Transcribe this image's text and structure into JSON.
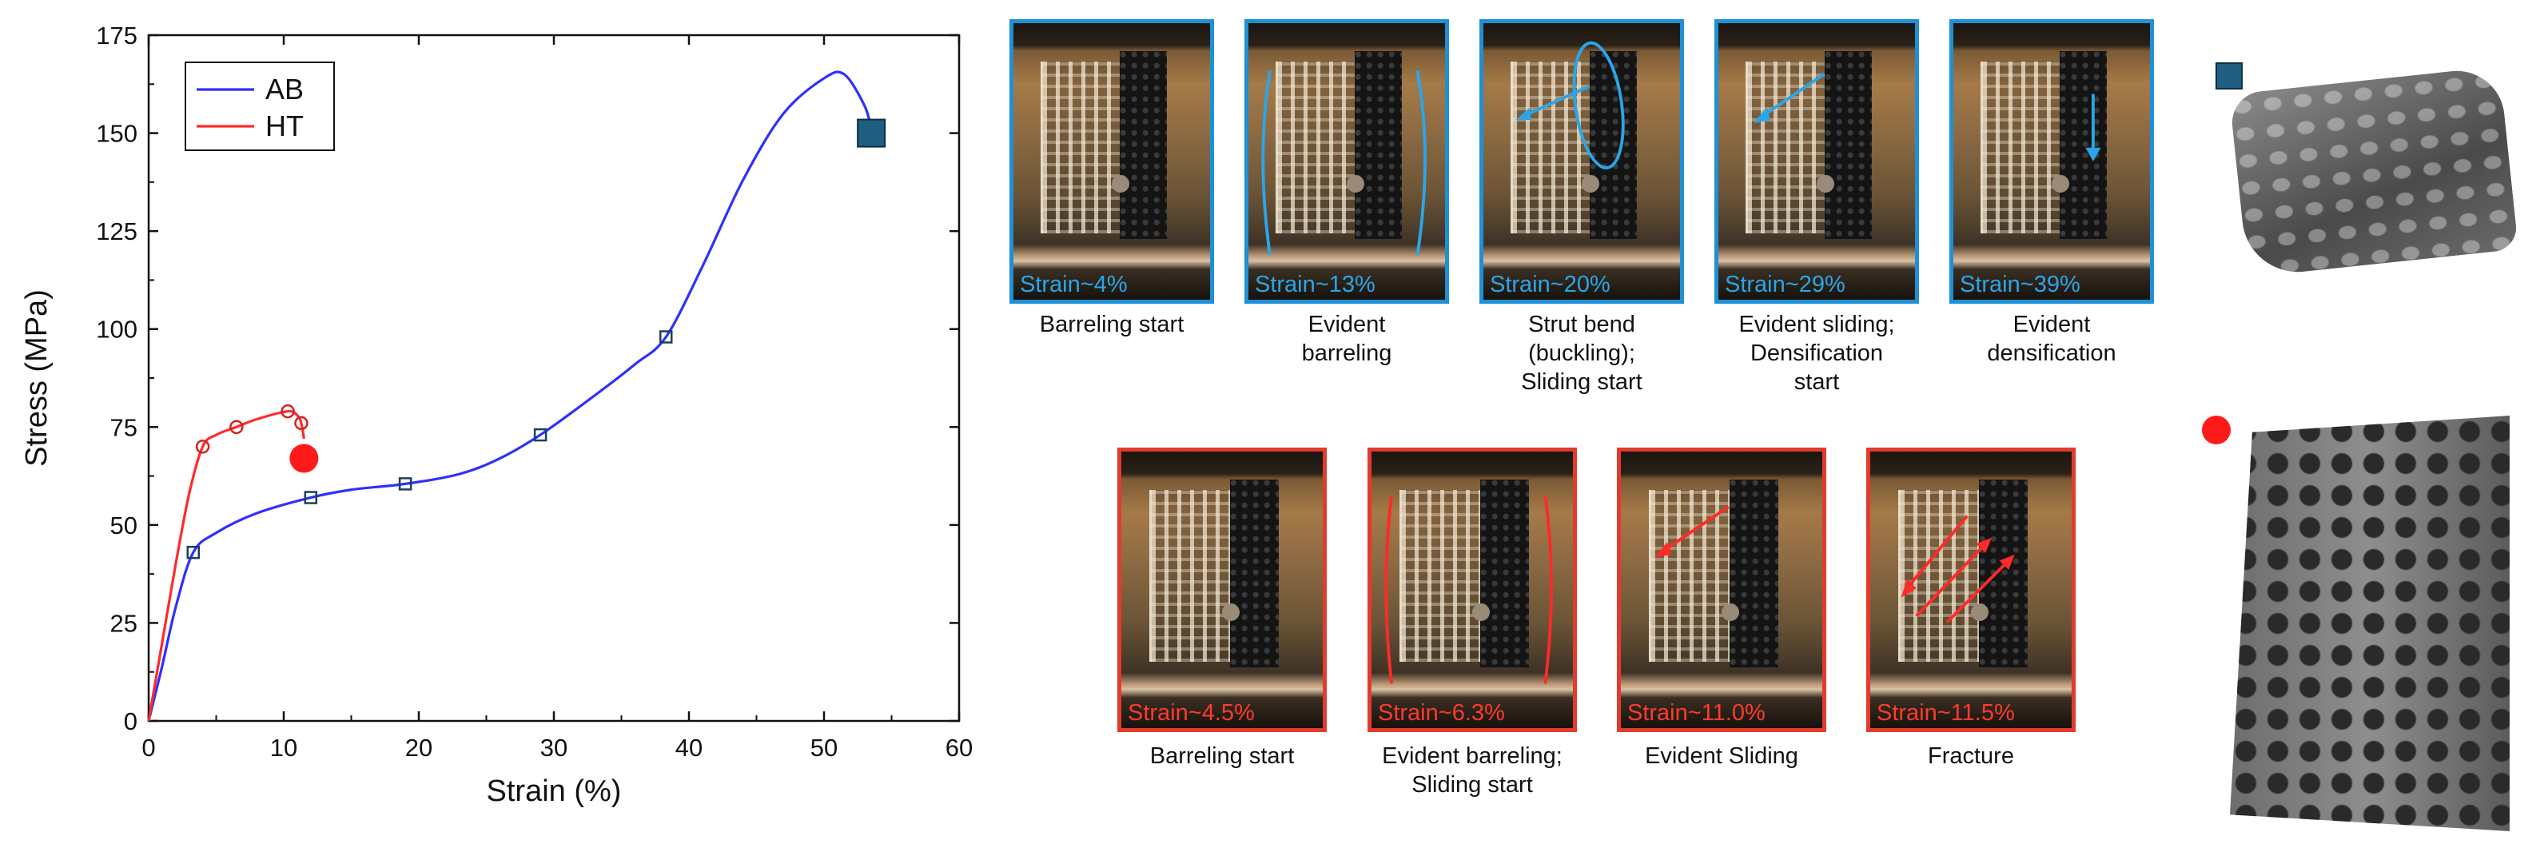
{
  "chart_data": {
    "type": "line",
    "xlabel": "Strain (%)",
    "ylabel": "Stress (MPa)",
    "xlim": [
      0,
      60
    ],
    "ylim": [
      0,
      175
    ],
    "xticks": [
      0,
      10,
      20,
      30,
      40,
      50,
      60
    ],
    "yticks": [
      0,
      25,
      50,
      75,
      100,
      125,
      150,
      175
    ],
    "legend_position": "top-left",
    "series": [
      {
        "name": "AB",
        "color": "#2f2fff",
        "x": [
          0,
          1,
          2,
          3.3,
          5,
          8,
          12,
          15,
          19,
          23,
          26,
          29,
          33,
          36,
          38.3,
          41,
          44,
          47,
          50,
          51.5,
          53,
          53.5
        ],
        "y": [
          0,
          14,
          29,
          43,
          48,
          53,
          57,
          59,
          60.5,
          63,
          67,
          73,
          83,
          91,
          98,
          116,
          138,
          155,
          164,
          165,
          157,
          151
        ],
        "markers": [
          [
            3.3,
            43
          ],
          [
            12,
            57
          ],
          [
            19,
            60.5
          ],
          [
            29,
            73
          ],
          [
            38.3,
            98
          ]
        ],
        "end_marker": {
          "x": 53.5,
          "y": 150,
          "shape": "square",
          "color": "#1f5e7e"
        }
      },
      {
        "name": "HT",
        "color": "#ff2a2a",
        "x": [
          0,
          1,
          2,
          3,
          4,
          5,
          6.5,
          8,
          10.3,
          11,
          11.3,
          11.5
        ],
        "y": [
          0,
          20,
          40,
          58,
          70,
          73,
          75,
          77,
          79,
          78,
          76,
          72
        ],
        "markers": [
          [
            4,
            70
          ],
          [
            6.5,
            75
          ],
          [
            10.3,
            79
          ],
          [
            11.3,
            76
          ]
        ],
        "end_marker": {
          "x": 11.5,
          "y": 67,
          "shape": "circle",
          "color": "#ff1a1a"
        }
      }
    ]
  },
  "panels": {
    "ab": [
      {
        "strain": "Strain~4%",
        "caption": [
          "Barreling start"
        ]
      },
      {
        "strain": "Strain~13%",
        "caption": [
          "Evident",
          "barreling"
        ]
      },
      {
        "strain": "Strain~20%",
        "caption": [
          "Strut bend",
          "(buckling);",
          "Sliding start"
        ]
      },
      {
        "strain": "Strain~29%",
        "caption": [
          "Evident sliding;",
          "Densification",
          "start"
        ]
      },
      {
        "strain": "Strain~39%",
        "caption": [
          "Evident",
          "densification"
        ]
      }
    ],
    "ht": [
      {
        "strain": "Strain~4.5%",
        "caption": [
          "Barreling start"
        ]
      },
      {
        "strain": "Strain~6.3%",
        "caption": [
          "Evident barreling;",
          "Sliding start"
        ]
      },
      {
        "strain": "Strain~11.0%",
        "caption": [
          "Evident Sliding"
        ]
      },
      {
        "strain": "Strain~11.5%",
        "caption": [
          "Fracture"
        ]
      }
    ]
  },
  "colors": {
    "ab_frame": "#1f8fd6",
    "ht_frame": "#e23b2e",
    "ab_arrow": "#2aa6e8",
    "ht_arrow": "#ff2a2a"
  }
}
